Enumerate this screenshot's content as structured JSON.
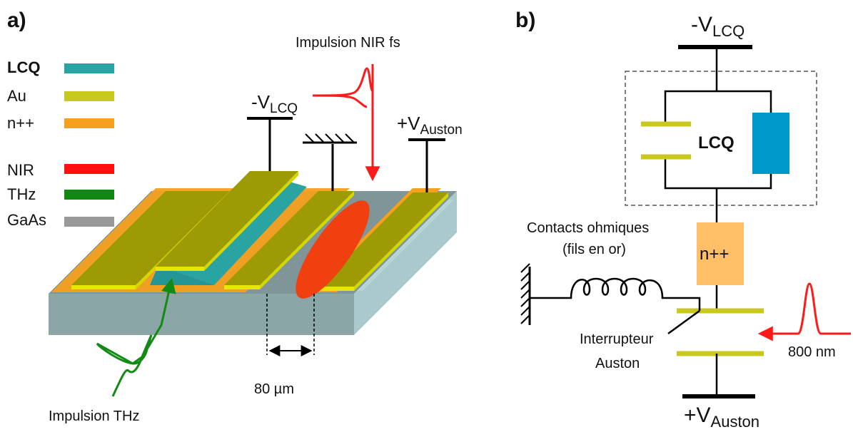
{
  "panel_a": {
    "label": "a)",
    "legend": [
      {
        "label": "LCQ",
        "color": "#2aa3a3",
        "bold": true
      },
      {
        "label": "Au",
        "color": "#c8c81e"
      },
      {
        "label": "n++",
        "color": "#f5a01e"
      },
      {
        "label": "NIR",
        "color": "#ff1010"
      },
      {
        "label": "THz",
        "color": "#118811"
      },
      {
        "label": "GaAs",
        "color": "#999999"
      }
    ],
    "nir_pulse_label": "Impulsion NIR fs",
    "vlcq": {
      "base": "-V",
      "sub": "LCQ"
    },
    "vauston": {
      "base": "+V",
      "sub": "Auston"
    },
    "gap_label": "80 µm",
    "thz_pulse_label": "Impulsion THz"
  },
  "panel_b": {
    "label": "b)",
    "vlcq": {
      "base": "-V",
      "sub": "LCQ"
    },
    "lcq_label": "LCQ",
    "npp_label": "n++",
    "ohmic_label_1": "Contacts ohmiques",
    "ohmic_label_2": "(fils en or)",
    "switch_label_1": "Interrupteur",
    "switch_label_2": "Auston",
    "wavelength_label": "800 nm",
    "vauston": {
      "base": "+V",
      "sub": "Auston"
    }
  },
  "colors": {
    "gold": "#9c9a05",
    "gold_edge": "#e6e600",
    "teal": "#2aa3a3",
    "orange": "#f5a01e",
    "red": "#ff1a1a",
    "green": "#138a13",
    "substrate_top": "#8fa3a8",
    "substrate_front": "#8aa6a6",
    "substrate_side": "#a9c9cc",
    "lcq_blue": "#0099cc",
    "npp_fill": "#ffbf66"
  }
}
